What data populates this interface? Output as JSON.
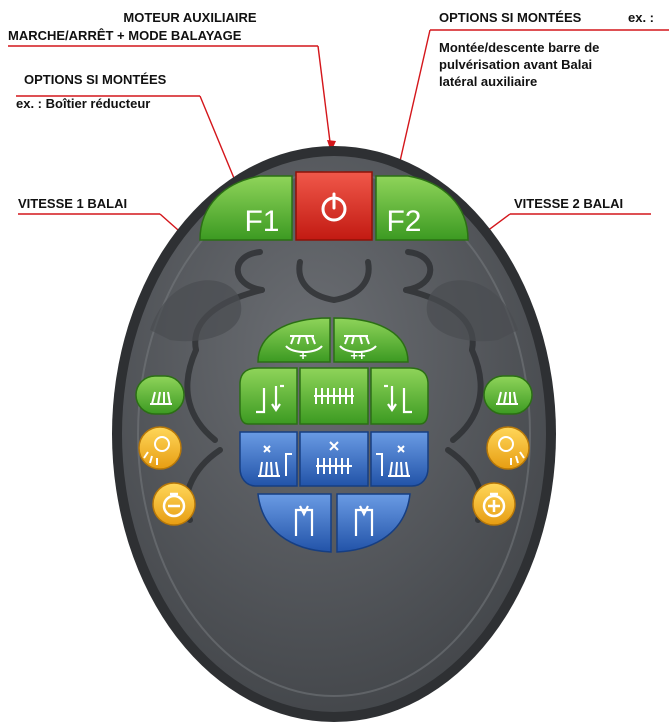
{
  "labels": {
    "moteur_line1": "MOTEUR AUXILIAIRE",
    "moteur_line2": "MARCHE/ARRÊT + MODE BALAYAGE",
    "options_right_title": "OPTIONS SI MONTÉES",
    "options_right_ex": "ex. :",
    "options_right_desc1": "Montée/descente barre de",
    "options_right_desc2": "pulvérisation avant Balai",
    "options_right_desc3": "latéral auxiliaire",
    "options_left_title": "OPTIONS SI MONTÉES",
    "options_left_ex": "ex. : Boîtier réducteur",
    "vitesse1": "VITESSE 1 BALAI",
    "vitesse2": "VITESSE 2 BALAI"
  },
  "buttons": {
    "f1": "F1",
    "f2": "F2",
    "speed1_mark": "+",
    "speed2_mark": "++"
  },
  "colors": {
    "green": "#4fae2f",
    "red": "#d42a1e",
    "blue": "#2f63b8",
    "yellow": "#f2b51c",
    "body": "#55585d",
    "leader": "#d4161b"
  }
}
